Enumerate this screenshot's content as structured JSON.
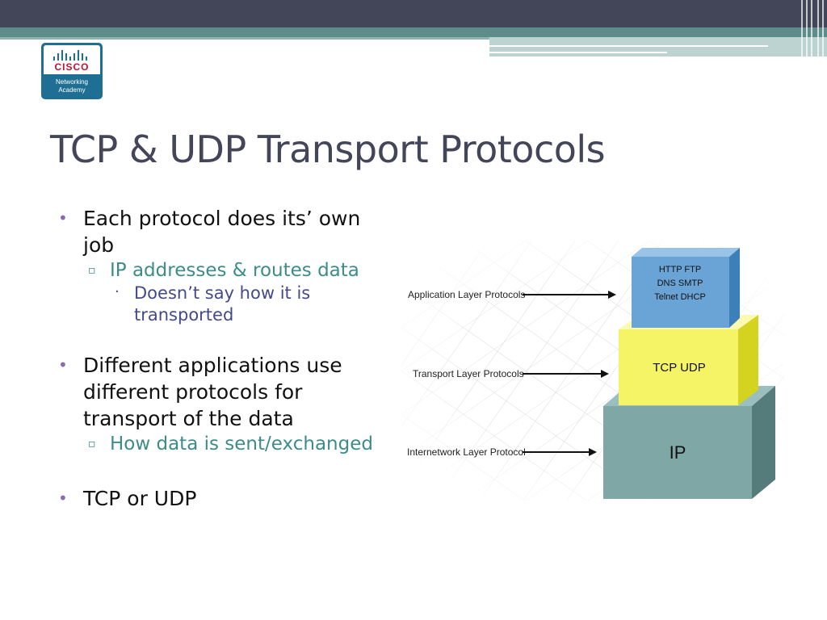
{
  "slide": {
    "title": "TCP & UDP Transport Protocols",
    "logo": {
      "brand": "CISCO",
      "subtitle": "Networking\nAcademy"
    },
    "bullets": [
      {
        "text": "Each protocol does its’ own job",
        "children": [
          {
            "text": "IP addresses & routes data",
            "children": [
              {
                "text": "Doesn’t say how it is transported"
              }
            ]
          }
        ]
      },
      {
        "text": "Different applications use different protocols for transport of the data",
        "children": [
          {
            "text": "How data is sent/exchanged"
          }
        ]
      },
      {
        "text": "TCP or UDP"
      }
    ]
  },
  "diagram": {
    "layers": [
      {
        "label": "Application Layer Protocols",
        "box_lines": [
          "HTTP  FTP",
          "DNS  SMTP",
          "Telnet  DHCP"
        ],
        "color": "#6aa3d5"
      },
      {
        "label": "Transport Layer Protocols",
        "box_lines": [
          "TCP  UDP"
        ],
        "color": "#f4f466"
      },
      {
        "label": "Internetwork Layer Protocol",
        "box_lines": [
          "IP"
        ],
        "color": "#7ea7a6"
      }
    ]
  },
  "colors": {
    "title": "#434659",
    "bullet_l1": "#111111",
    "bullet_l2": "#3d8c8a",
    "bullet_l3": "#434a8a",
    "bullet_mark": "#8a6ab2",
    "header_dark": "#434659",
    "header_teal": "#5e8c8a"
  }
}
